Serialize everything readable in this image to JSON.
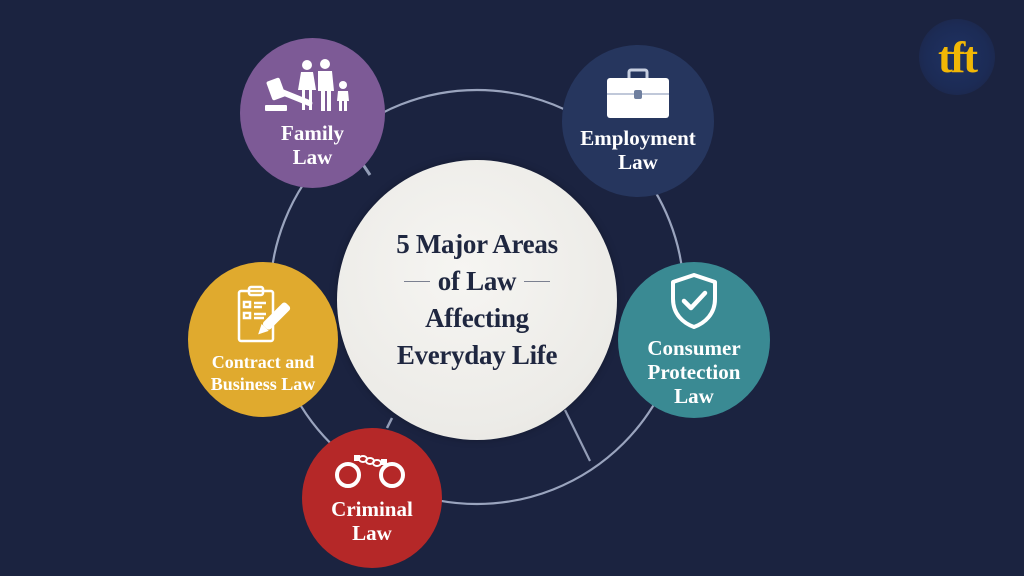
{
  "title": {
    "line1": "5 Major Areas",
    "line2": "of Law",
    "line3": "Affecting",
    "line4": "Everyday Life"
  },
  "logo": {
    "text": "tft",
    "color": "#f2b705"
  },
  "colors": {
    "background": "#1b2340",
    "center": "#eeede9",
    "ring": "#a9b3cc",
    "family": "#7d5a96",
    "employment": "#26365e",
    "consumer": "#3a8a93",
    "contract": "#e0aa2e",
    "criminal": "#b52828"
  },
  "areas": [
    {
      "key": "family",
      "line1": "Family",
      "line2": "Law",
      "icon": "family-gavel-icon"
    },
    {
      "key": "employment",
      "line1": "Employment",
      "line2": "Law",
      "icon": "briefcase-icon"
    },
    {
      "key": "consumer",
      "line1": "Consumer",
      "line2": "Protection",
      "line3": "Law",
      "icon": "shield-check-icon"
    },
    {
      "key": "contract",
      "line1": "Contract and",
      "line2": "Business Law",
      "icon": "clipboard-pen-icon"
    },
    {
      "key": "criminal",
      "line1": "Criminal",
      "line2": "Law",
      "icon": "handcuffs-icon"
    }
  ]
}
